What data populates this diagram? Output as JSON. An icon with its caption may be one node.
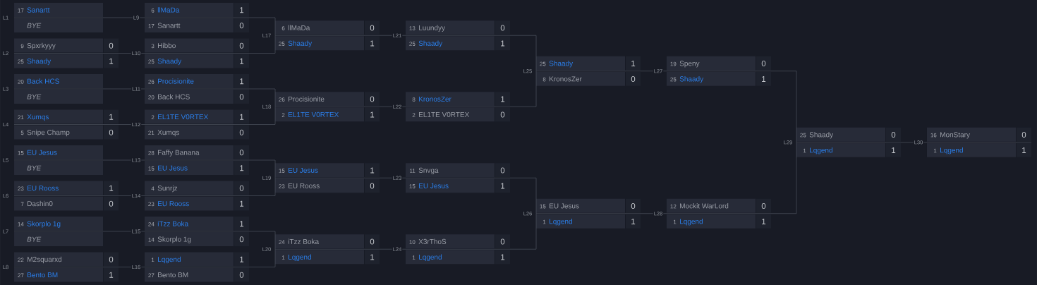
{
  "diagram": {
    "nodes": [
      {
        "text": [
          "17",
          "Sanartt",
          "BYE"
        ],
        "beside": [
          "L1"
        ]
      },
      {
        "text": [
          "9",
          "Spxrkyyy",
          "0",
          "25",
          "Shaady",
          "1"
        ],
        "beside": [
          "L2"
        ]
      },
      {
        "text": [
          "20",
          "Back HCS",
          "BYE"
        ],
        "beside": [
          "L3"
        ]
      },
      {
        "text": [
          "21",
          "Xumqs",
          "1",
          "5",
          "Snipe Champ",
          "0"
        ],
        "beside": [
          "L4"
        ]
      },
      {
        "text": [
          "15",
          "EU Jesus",
          "BYE"
        ],
        "beside": [
          "L5"
        ]
      },
      {
        "text": [
          "23",
          "EU Rooss",
          "1",
          "7",
          "Dashin0",
          "0"
        ],
        "beside": [
          "L6"
        ]
      },
      {
        "text": [
          "14",
          "Skorplo 1g",
          "BYE"
        ],
        "beside": [
          "L7"
        ]
      },
      {
        "text": [
          "22",
          "M2squarxd",
          "0",
          "27",
          "Bento BM",
          "1"
        ],
        "beside": [
          "L8"
        ]
      },
      {
        "text": [
          "6",
          "llMaDa",
          "1",
          "17",
          "Sanartt",
          "0"
        ],
        "beside": [
          "L9"
        ]
      },
      {
        "text": [
          "3",
          "Hibbo",
          "0",
          "25",
          "Shaady",
          "1"
        ],
        "beside": [
          "L10"
        ]
      },
      {
        "text": [
          "26",
          "Procisionite",
          "1",
          "20",
          "Back HCS",
          "0"
        ],
        "beside": [
          "L11"
        ]
      },
      {
        "text": [
          "2",
          "EL1TE V0RTEX",
          "1",
          "21",
          "Xumqs",
          "0"
        ],
        "beside": [
          "L12"
        ]
      },
      {
        "text": [
          "28",
          "Faffy Banana",
          "0",
          "15",
          "EU Jesus",
          "1"
        ],
        "beside": [
          "L13"
        ]
      },
      {
        "text": [
          "4",
          "Sunrjz",
          "0",
          "23",
          "EU Rooss",
          "1"
        ],
        "beside": [
          "L14"
        ]
      },
      {
        "text": [
          "24",
          "iTzz Boka",
          "1",
          "14",
          "Skorplo 1g",
          "0"
        ],
        "beside": [
          "L15"
        ]
      },
      {
        "text": [
          "1",
          "Lqgend",
          "1",
          "27",
          "Bento BM",
          "0"
        ],
        "beside": [
          "L16"
        ]
      },
      {
        "text": [
          "6",
          "llMaDa",
          "0",
          "25",
          "Shaady",
          "1"
        ],
        "beside": [
          "L17"
        ]
      },
      {
        "text": [
          "26",
          "Procisionite",
          "0",
          "2",
          "EL1TE V0RTEX",
          "1"
        ],
        "beside": [
          "L18"
        ]
      },
      {
        "text": [
          "15",
          "EU Jesus",
          "1",
          "23",
          "EU Rooss",
          "0"
        ],
        "beside": [
          "L19"
        ]
      },
      {
        "text": [
          "24",
          "iTzz Boka",
          "0",
          "1",
          "Lqgend",
          "1"
        ],
        "beside": [
          "L20"
        ]
      },
      {
        "text": [
          "13",
          "Luundyy",
          "0",
          "25",
          "Shaady",
          "1"
        ],
        "beside": [
          "L21"
        ]
      },
      {
        "text": [
          "8",
          "KronosZer",
          "1",
          "2",
          "EL1TE V0RTEX",
          "0"
        ],
        "beside": [
          "L22"
        ]
      },
      {
        "text": [
          "11",
          "Snvga",
          "0",
          "15",
          "EU Jesus",
          "1"
        ],
        "beside": [
          "L23"
        ]
      },
      {
        "text": [
          "10",
          "X3rThoS",
          "0",
          "1",
          "Lqgend",
          "1"
        ],
        "beside": [
          "L24"
        ]
      },
      {
        "text": [
          "25",
          "Shaady",
          "1",
          "8",
          "KronosZer",
          "0"
        ],
        "beside": [
          "L25"
        ]
      },
      {
        "text": [
          "15",
          "EU Jesus",
          "0",
          "1",
          "Lqgend",
          "1"
        ],
        "beside": [
          "L26"
        ]
      },
      {
        "text": [
          "19",
          "Speny",
          "0",
          "25",
          "Shaady",
          "1"
        ],
        "beside": [
          "L27"
        ]
      },
      {
        "text": [
          "12",
          "Mockit WarLord",
          "0",
          "1",
          "Lqgend",
          "1"
        ],
        "beside": [
          "L28"
        ]
      },
      {
        "text": [
          "25",
          "Shaady",
          "0",
          "1",
          "Lqgend",
          "1"
        ],
        "beside": [
          "L29"
        ]
      },
      {
        "text": [
          "16",
          "MonStary",
          "0",
          "1",
          "Lqgend",
          "1"
        ],
        "beside": [
          "L30"
        ]
      }
    ],
    "edges": [
      {
        "from": 0,
        "to": 8,
        "arrow": "none"
      },
      {
        "from": 1,
        "to": 9,
        "arrow": "none"
      },
      {
        "from": 2,
        "to": 10,
        "arrow": "none"
      },
      {
        "from": 3,
        "to": 11,
        "arrow": "none"
      },
      {
        "from": 4,
        "to": 12,
        "arrow": "none"
      },
      {
        "from": 5,
        "to": 13,
        "arrow": "none"
      },
      {
        "from": 6,
        "to": 14,
        "arrow": "none"
      },
      {
        "from": 7,
        "to": 15,
        "arrow": "none"
      },
      {
        "from": 8,
        "to": 16,
        "arrow": "none"
      },
      {
        "from": 9,
        "to": 16,
        "arrow": "none"
      },
      {
        "from": 10,
        "to": 17,
        "arrow": "none"
      },
      {
        "from": 11,
        "to": 17,
        "arrow": "none"
      },
      {
        "from": 12,
        "to": 18,
        "arrow": "none"
      },
      {
        "from": 13,
        "to": 18,
        "arrow": "none"
      },
      {
        "from": 14,
        "to": 19,
        "arrow": "none"
      },
      {
        "from": 15,
        "to": 19,
        "arrow": "none"
      },
      {
        "from": 16,
        "to": 20,
        "arrow": "none"
      },
      {
        "from": 17,
        "to": 21,
        "arrow": "none"
      },
      {
        "from": 18,
        "to": 22,
        "arrow": "none"
      },
      {
        "from": 19,
        "to": 23,
        "arrow": "none"
      },
      {
        "from": 20,
        "to": 24,
        "arrow": "none"
      },
      {
        "from": 21,
        "to": 24,
        "arrow": "none"
      },
      {
        "from": 22,
        "to": 25,
        "arrow": "none"
      },
      {
        "from": 23,
        "to": 25,
        "arrow": "none"
      },
      {
        "from": 24,
        "to": 26,
        "arrow": "none"
      },
      {
        "from": 25,
        "to": 27,
        "arrow": "none"
      },
      {
        "from": 26,
        "to": 28,
        "arrow": "none"
      },
      {
        "from": 27,
        "to": 28,
        "arrow": "none"
      },
      {
        "from": 28,
        "to": 29,
        "arrow": "none"
      }
    ]
  }
}
